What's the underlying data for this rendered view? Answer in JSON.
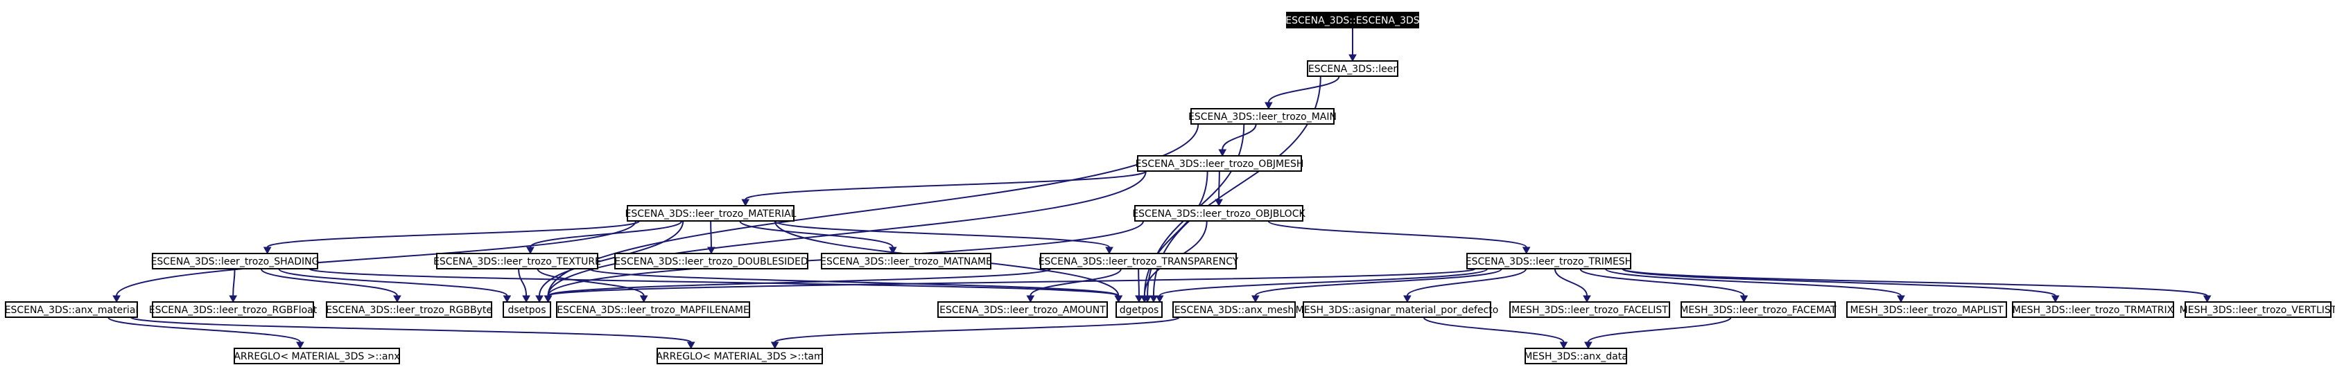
{
  "edge_color": "#191970",
  "nodes": {
    "root": "ESCENA_3DS::ESCENA_3DS",
    "leer": "ESCENA_3DS::leer",
    "main": "ESCENA_3DS::leer_trozo_MAIN",
    "objmesh": "ESCENA_3DS::leer_trozo_OBJMESH",
    "material": "ESCENA_3DS::leer_trozo_MATERIAL",
    "objblock": "ESCENA_3DS::leer_trozo_OBJBLOCK",
    "shading": "ESCENA_3DS::leer_trozo_SHADING",
    "texture": "ESCENA_3DS::leer_trozo_TEXTURE",
    "doublesided": "ESCENA_3DS::leer_trozo_DOUBLESIDED",
    "matname": "ESCENA_3DS::leer_trozo_MATNAME",
    "transparency": "ESCENA_3DS::leer_trozo_TRANSPARENCY",
    "trimesh": "ESCENA_3DS::leer_trozo_TRIMESH",
    "anx_material": "ESCENA_3DS::anx_material",
    "rgbfloat": "ESCENA_3DS::leer_trozo_RGBFloat",
    "rgbbyte": "ESCENA_3DS::leer_trozo_RGBByte",
    "dsetpos": "dsetpos",
    "mapfilename": "ESCENA_3DS::leer_trozo_MAPFILENAME",
    "amount": "ESCENA_3DS::leer_trozo_AMOUNT",
    "dgetpos": "dgetpos",
    "anx_mesh": "ESCENA_3DS::anx_mesh",
    "asignar": "MESH_3DS::asignar_material_por_defecto",
    "facelist": "MESH_3DS::leer_trozo_FACELIST",
    "facemat": "MESH_3DS::leer_trozo_FACEMAT",
    "maplist": "MESH_3DS::leer_trozo_MAPLIST",
    "trmatrix": "MESH_3DS::leer_trozo_TRMATRIX",
    "vertlist": "MESH_3DS::leer_trozo_VERTLIST",
    "arreglo_anx": "ARREGLO< MATERIAL_3DS >::anx",
    "arreglo_tam": "ARREGLO< MATERIAL_3DS >::tam",
    "anx_data": "MESH_3DS::anx_data"
  },
  "edges": [
    [
      "root",
      "leer"
    ],
    [
      "leer",
      "main"
    ],
    [
      "leer",
      "dgetpos"
    ],
    [
      "main",
      "objmesh"
    ],
    [
      "main",
      "dsetpos"
    ],
    [
      "main",
      "dgetpos"
    ],
    [
      "objmesh",
      "material"
    ],
    [
      "objmesh",
      "objblock"
    ],
    [
      "objmesh",
      "dsetpos"
    ],
    [
      "objmesh",
      "dgetpos"
    ],
    [
      "material",
      "shading"
    ],
    [
      "material",
      "texture"
    ],
    [
      "material",
      "doublesided"
    ],
    [
      "material",
      "matname"
    ],
    [
      "material",
      "transparency"
    ],
    [
      "material",
      "anx_material"
    ],
    [
      "material",
      "dsetpos"
    ],
    [
      "material",
      "dgetpos"
    ],
    [
      "objblock",
      "trimesh"
    ],
    [
      "objblock",
      "dsetpos"
    ],
    [
      "objblock",
      "dgetpos"
    ],
    [
      "shading",
      "rgbfloat"
    ],
    [
      "shading",
      "rgbbyte"
    ],
    [
      "shading",
      "dsetpos"
    ],
    [
      "shading",
      "dgetpos"
    ],
    [
      "texture",
      "mapfilename"
    ],
    [
      "texture",
      "dsetpos"
    ],
    [
      "texture",
      "dgetpos"
    ],
    [
      "transparency",
      "amount"
    ],
    [
      "transparency",
      "dsetpos"
    ],
    [
      "transparency",
      "dgetpos"
    ],
    [
      "trimesh",
      "dsetpos"
    ],
    [
      "trimesh",
      "dgetpos"
    ],
    [
      "trimesh",
      "anx_mesh"
    ],
    [
      "trimesh",
      "asignar"
    ],
    [
      "trimesh",
      "facelist"
    ],
    [
      "trimesh",
      "facemat"
    ],
    [
      "trimesh",
      "maplist"
    ],
    [
      "trimesh",
      "trmatrix"
    ],
    [
      "trimesh",
      "vertlist"
    ],
    [
      "anx_material",
      "arreglo_anx"
    ],
    [
      "anx_material",
      "arreglo_tam"
    ],
    [
      "anx_mesh",
      "arreglo_tam"
    ],
    [
      "asignar",
      "anx_data"
    ],
    [
      "facemat",
      "anx_data"
    ]
  ]
}
